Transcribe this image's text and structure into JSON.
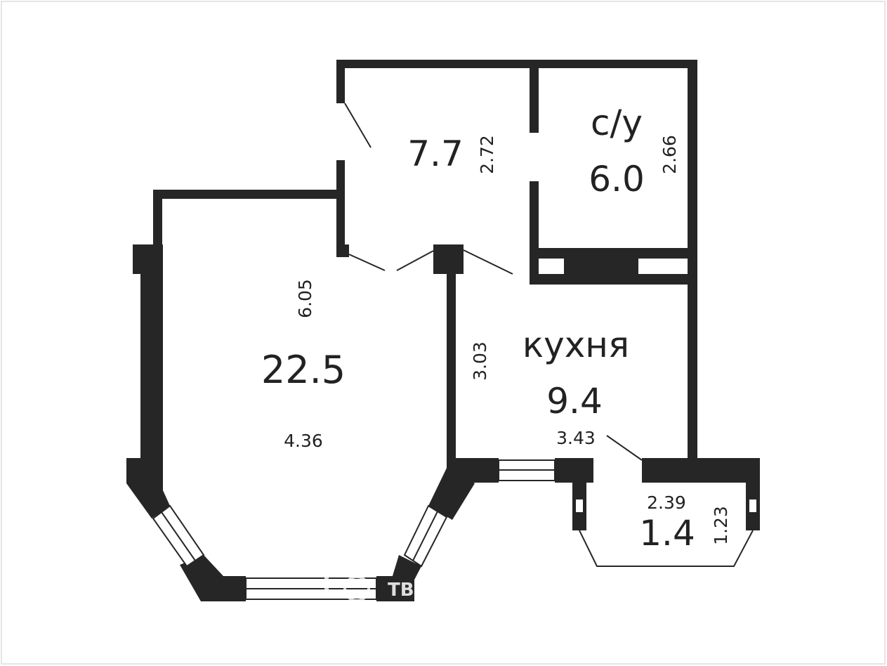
{
  "colors": {
    "wall": "#262626",
    "text": "#222222",
    "background": "#ffffff",
    "frame": "#d9d9d9"
  },
  "rooms": {
    "hall": {
      "area": "7.7",
      "dimension": "2.72"
    },
    "bathroom": {
      "name": "с/у",
      "area": "6.0",
      "dimension": "2.66"
    },
    "living": {
      "area": "22.5",
      "dimension_length": "6.05",
      "dimension_width": "4.36"
    },
    "kitchen": {
      "name": "кухня",
      "area": "9.4",
      "dimension_length": "3.03",
      "dimension_width": "3.43"
    },
    "balcony": {
      "area": "1.4",
      "dimension_length": "2.39",
      "dimension_width": "1.23"
    }
  },
  "watermark": {
    "text": "TB"
  }
}
